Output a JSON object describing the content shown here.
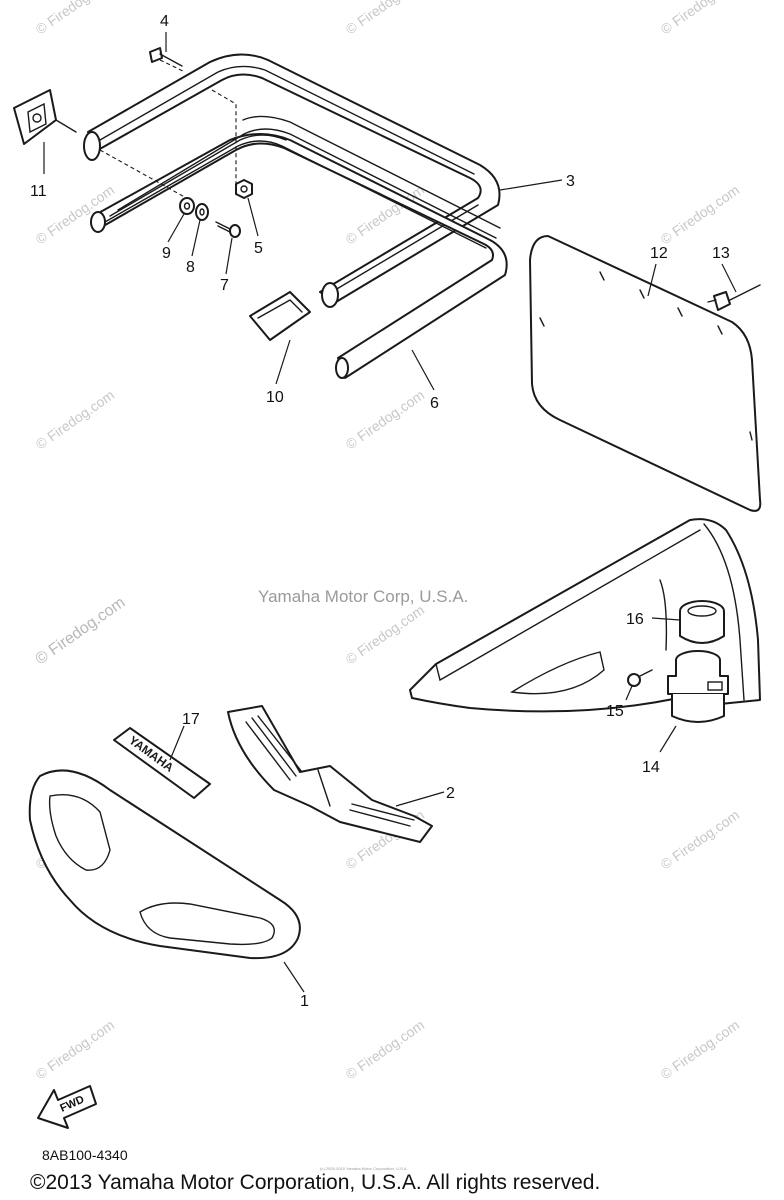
{
  "diagram": {
    "callouts": {
      "p1": "1",
      "p2": "2",
      "p3": "3",
      "p4": "4",
      "p5": "5",
      "p6": "6",
      "p7": "7",
      "p8": "8",
      "p9": "9",
      "p10": "10",
      "p11": "11",
      "p12": "12",
      "p13": "13",
      "p14": "14",
      "p15": "15",
      "p16": "16",
      "p17": "17"
    },
    "emblem_text": "YAMAHA",
    "fwd_label": "FWD",
    "center_watermark": "Yamaha Motor Corp, U.S.A.",
    "watermark": "© Firedog.com",
    "diagram_code": "8AB100-4340",
    "tiny_notice": "(c) 2005-2015 Yamaha Motor Corporation, U.S.A.",
    "copyright": "©2013 Yamaha Motor Corporation, U.S.A. All rights reserved."
  }
}
